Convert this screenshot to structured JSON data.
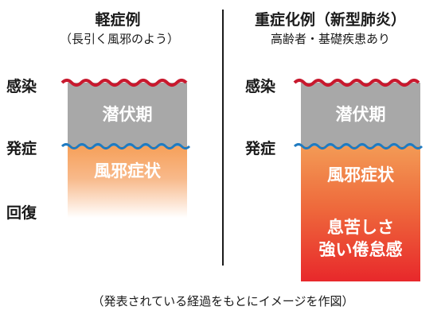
{
  "left": {
    "title": "軽症例",
    "subtitle": "（長引く風邪のよう）",
    "incubation_label": "潜伏期",
    "symptoms_label": "風邪症状"
  },
  "right": {
    "title": "重症化例（新型肺炎）",
    "subtitle": "高齢者・基礎疾患あり",
    "incubation_label": "潜伏期",
    "symptoms_label": "風邪症状",
    "severe_line1": "息苦しさ",
    "severe_line2": "強い倦怠感"
  },
  "stages": {
    "infection": "感染",
    "onset": "発症",
    "recovery": "回復"
  },
  "footnote": "（発表されている経過をもとにイメージを作図）",
  "colors": {
    "infection_wave": "#c8192e",
    "onset_wave": "#1f7bc1",
    "incubation_block": "#a8a8a8",
    "mild_gradient_top": "#f6a05a",
    "mild_gradient_bottom": "#ffffff",
    "severe_gradient_top": "#f39a55",
    "severe_gradient_bottom": "#e8282b"
  }
}
